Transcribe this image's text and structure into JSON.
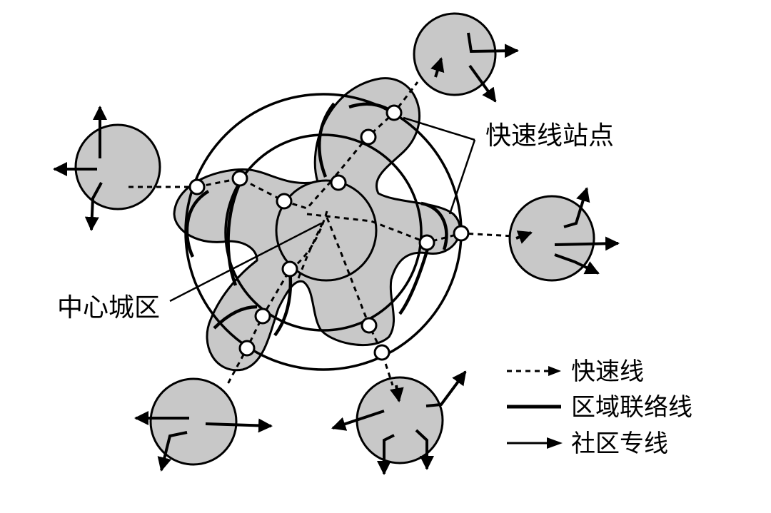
{
  "labels": {
    "station": "快速线站点",
    "center": "中心城区"
  },
  "legend": {
    "express": "快速线",
    "regional": "区域联络线",
    "community": "社区专线"
  },
  "colors": {
    "fill_gray": "#c8c8c8",
    "stroke": "#000000",
    "background": "#ffffff"
  }
}
